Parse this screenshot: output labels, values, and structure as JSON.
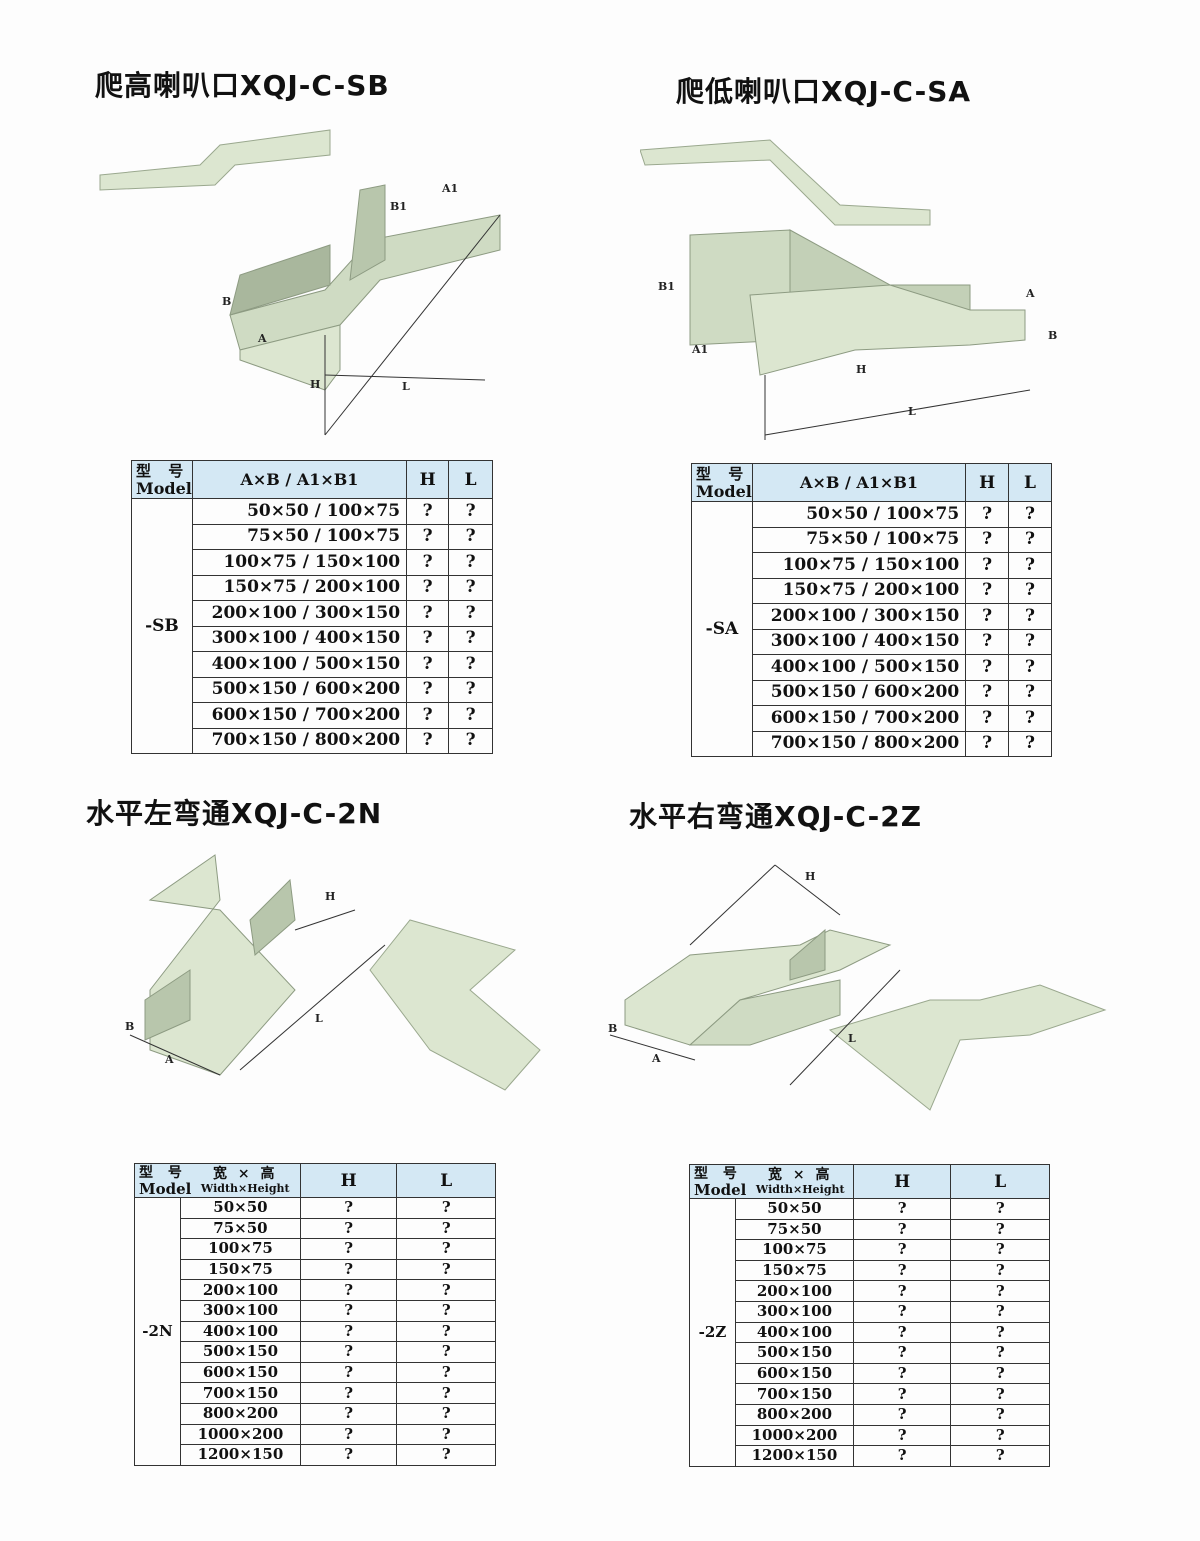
{
  "sections": [
    {
      "key": "sb",
      "title": "爬高喇叭口XQJ-C-SB",
      "dims": [
        "A1",
        "B1",
        "B",
        "A",
        "H",
        "L"
      ],
      "table": {
        "model_cn": "型 号",
        "model_en": "Model",
        "size_header": "A×B / A1×B1",
        "h_header": "H",
        "l_header": "L",
        "model": "-SB",
        "rows": [
          "50×50 / 100×75",
          "75×50 / 100×75",
          "100×75 / 150×100",
          "150×75 / 200×100",
          "200×100 / 300×150",
          "300×100 / 400×150",
          "400×100 / 500×150",
          "500×150 / 600×200",
          "600×150 / 700×200",
          "700×150 / 800×200"
        ],
        "h": "?",
        "l": "?"
      }
    },
    {
      "key": "sa",
      "title": "爬低喇叭口XQJ-C-SA",
      "dims": [
        "B1",
        "A1",
        "A",
        "B",
        "H",
        "L"
      ],
      "table": {
        "model_cn": "型 号",
        "model_en": "Model",
        "size_header": "A×B / A1×B1",
        "h_header": "H",
        "l_header": "L",
        "model": "-SA",
        "rows": [
          "50×50 / 100×75",
          "75×50 / 100×75",
          "100×75 / 150×100",
          "150×75 / 200×100",
          "200×100 / 300×150",
          "300×100 / 400×150",
          "400×100 / 500×150",
          "500×150 / 600×200",
          "600×150 / 700×200",
          "700×150 / 800×200"
        ],
        "h": "?",
        "l": "?"
      }
    },
    {
      "key": "2n",
      "title": "水平左弯通XQJ-C-2N",
      "dims": [
        "H",
        "B",
        "A",
        "L"
      ],
      "table": {
        "model_cn": "型 号",
        "model_en": "Model",
        "size_header_cn": "宽 × 高",
        "size_header": "Width×Height",
        "h_header": "H",
        "l_header": "L",
        "model": "-2N",
        "rows": [
          "50×50",
          "75×50",
          "100×75",
          "150×75",
          "200×100",
          "300×100",
          "400×100",
          "500×150",
          "600×150",
          "700×150",
          "800×200",
          "1000×200",
          "1200×150"
        ],
        "h": "?",
        "l": "?"
      }
    },
    {
      "key": "2z",
      "title": "水平右弯通XQJ-C-2Z",
      "dims": [
        "H",
        "B",
        "A",
        "L"
      ],
      "table": {
        "model_cn": "型 号",
        "model_en": "Model",
        "size_header_cn": "宽 × 高",
        "size_header": "Width×Height",
        "h_header": "H",
        "l_header": "L",
        "model": "-2Z",
        "rows": [
          "50×50",
          "75×50",
          "100×75",
          "150×75",
          "200×100",
          "300×100",
          "400×100",
          "500×150",
          "600×150",
          "700×150",
          "800×200",
          "1000×200",
          "1200×150"
        ],
        "h": "?",
        "l": "?"
      }
    }
  ],
  "colors": {
    "tray": "#dce6d0",
    "tray_dark": "#b9c6ad",
    "header": "#d4e8f4"
  }
}
